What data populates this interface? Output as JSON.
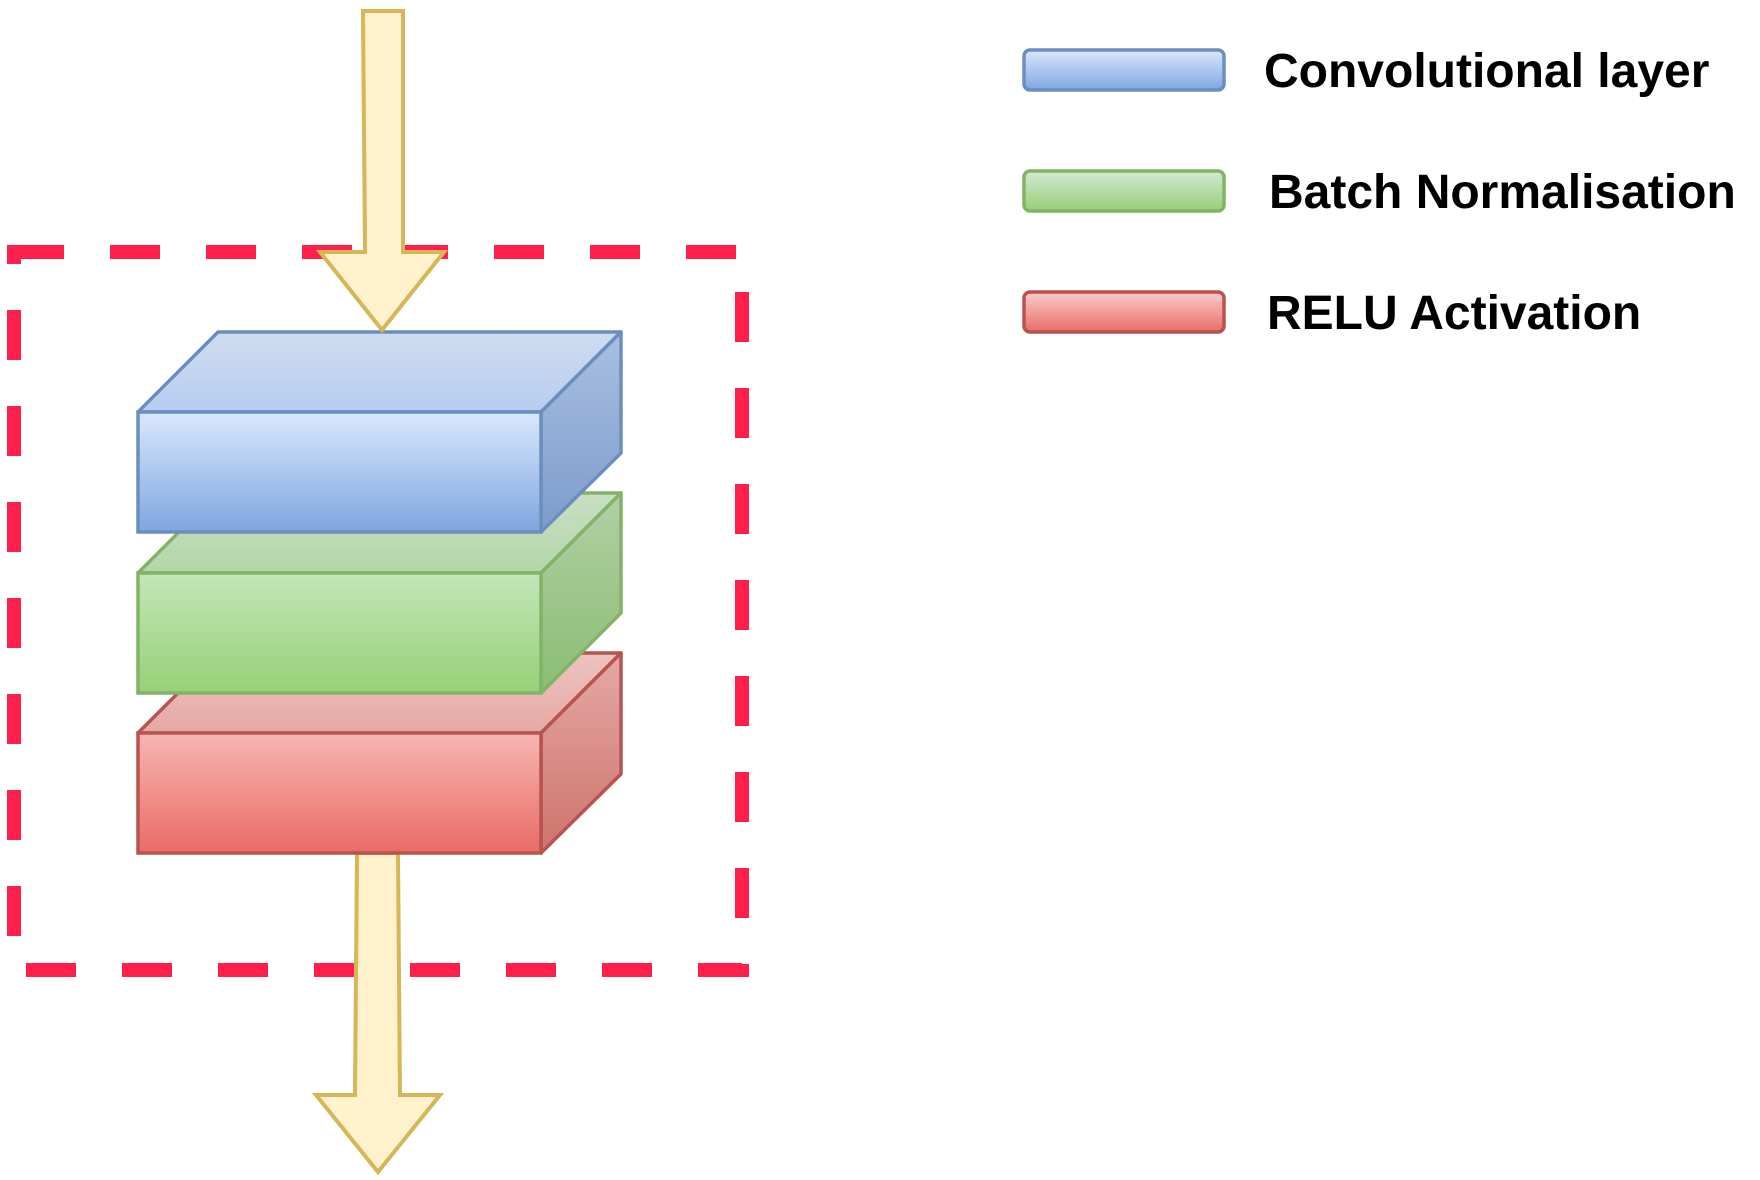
{
  "legend": {
    "items": [
      {
        "label": "Convolutional layer",
        "fill_top": "#d4e1f5",
        "fill_bottom": "#7ea6e0",
        "stroke": "#6c8ebf"
      },
      {
        "label": "Batch Normalisation",
        "fill_top": "#d5e8d4",
        "fill_bottom": "#97d077",
        "stroke": "#82b366"
      },
      {
        "label": "RELU Activation",
        "fill_top": "#f8cecc",
        "fill_bottom": "#ea6b66",
        "stroke": "#b85450"
      }
    ]
  },
  "block": {
    "layers": [
      "Convolutional layer",
      "Batch Normalisation",
      "RELU Activation"
    ],
    "boundary_color": "#ff1f4b"
  },
  "arrows": {
    "fill": "#fff2cc",
    "stroke": "#d6b656"
  }
}
